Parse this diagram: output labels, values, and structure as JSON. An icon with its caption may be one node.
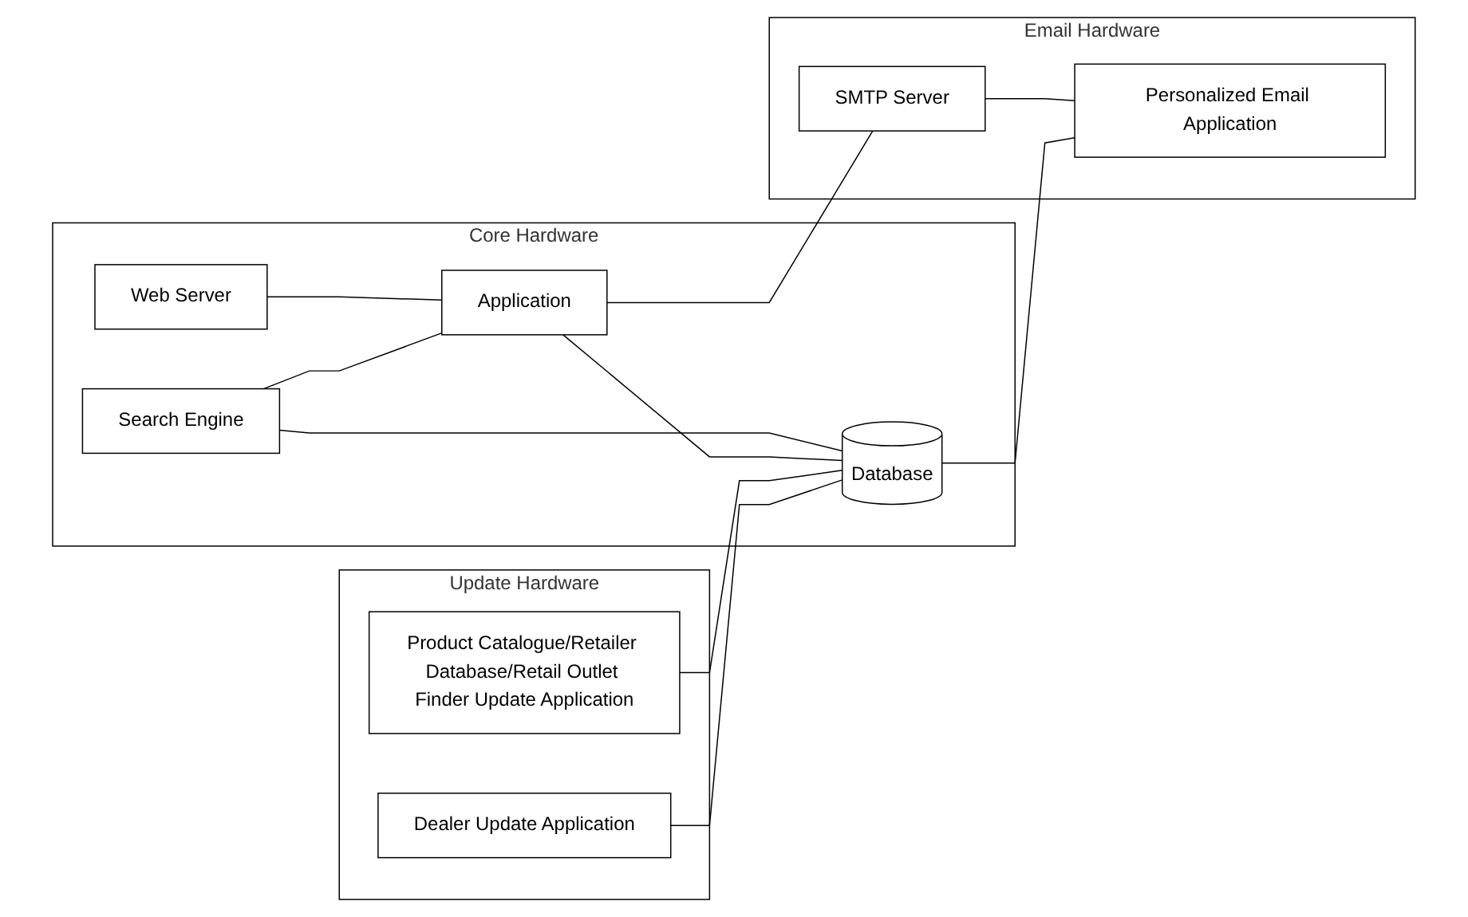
{
  "diagram": {
    "nodes": [
      {
        "text": [
          "Core Hardware"
        ]
      },
      {
        "text": [
          "Web Server"
        ],
        "in": 0
      },
      {
        "text": [
          "Application"
        ],
        "in": 0
      },
      {
        "text": [
          "Search Engine"
        ],
        "in": 0
      },
      {
        "text": [
          "Database"
        ],
        "in": 0
      },
      {
        "text": [
          "Update Hardware"
        ]
      },
      {
        "text": [
          "Product Catalogue/Retailer Database/Retail Outlet Finder Update Application"
        ],
        "in": 5
      },
      {
        "text": [
          "Dealer Update Application"
        ],
        "in": 5
      },
      {
        "text": [
          "Email Hardware"
        ]
      },
      {
        "text": [
          "SMTP Server"
        ],
        "in": 8
      },
      {
        "text": [
          "Personalized Email Application"
        ],
        "in": 8
      }
    ],
    "edges": [
      {
        "from": 1,
        "to": 2,
        "arrow": "none"
      },
      {
        "from": 3,
        "to": 2,
        "arrow": "none"
      },
      {
        "from": 3,
        "to": 4,
        "arrow": "none"
      },
      {
        "from": 2,
        "to": 4,
        "arrow": "none"
      },
      {
        "from": 6,
        "to": 4,
        "arrow": "none"
      },
      {
        "from": 7,
        "to": 4,
        "arrow": "none"
      },
      {
        "from": 2,
        "to": 9,
        "arrow": "none"
      },
      {
        "from": 9,
        "to": 10,
        "arrow": "none"
      },
      {
        "from": 4,
        "to": 10,
        "arrow": "none"
      }
    ]
  }
}
